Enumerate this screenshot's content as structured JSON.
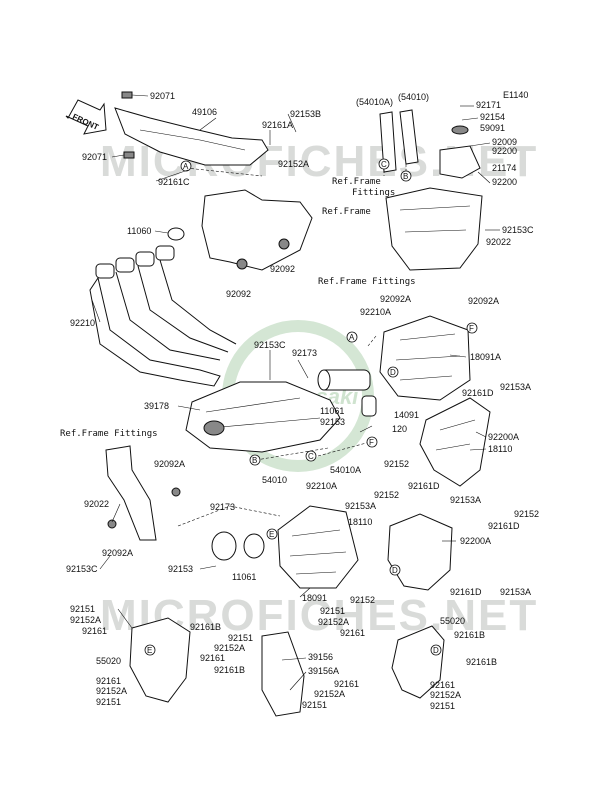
{
  "diagram_code": "E1140",
  "front_label": "FRONT",
  "watermarks": {
    "top": "MICROFICHES.NET",
    "bottom": "MICROFICHES.NET",
    "center": "Kawasaki"
  },
  "refs": {
    "frame_fittings_1": "Ref.Frame",
    "frame_fittings_1b": "Fittings",
    "frame_1": "Ref.Frame",
    "frame_fittings_2": "Ref.Frame Fittings",
    "frame_fittings_3": "Ref.Frame Fittings"
  },
  "parts": [
    {
      "id": "92071",
      "text": "92071"
    },
    {
      "id": "49106",
      "text": "49106"
    },
    {
      "id": "92153B",
      "text": "92153B"
    },
    {
      "id": "92161A",
      "text": "92161A"
    },
    {
      "id": "92071b",
      "text": "92071"
    },
    {
      "id": "92152A",
      "text": "92152A"
    },
    {
      "id": "92161C",
      "text": "92161C"
    },
    {
      "id": "54010A",
      "text": "(54010A)"
    },
    {
      "id": "54010p",
      "text": "(54010)"
    },
    {
      "id": "92171",
      "text": "92171"
    },
    {
      "id": "92154",
      "text": "92154"
    },
    {
      "id": "59091",
      "text": "59091"
    },
    {
      "id": "92009",
      "text": "92009"
    },
    {
      "id": "92200a",
      "text": "92200"
    },
    {
      "id": "21174",
      "text": "21174"
    },
    {
      "id": "92200b",
      "text": "92200"
    },
    {
      "id": "11060",
      "text": "11060"
    },
    {
      "id": "92092a",
      "text": "92092"
    },
    {
      "id": "92092b",
      "text": "92092"
    },
    {
      "id": "92153C",
      "text": "92153C"
    },
    {
      "id": "92022",
      "text": "92022"
    },
    {
      "id": "92092A",
      "text": "92092A"
    },
    {
      "id": "92092A2",
      "text": "92092A"
    },
    {
      "id": "92210",
      "text": "92210"
    },
    {
      "id": "92210A",
      "text": "92210A"
    },
    {
      "id": "92153C2",
      "text": "92153C"
    },
    {
      "id": "92173",
      "text": "92173"
    },
    {
      "id": "18091A",
      "text": "18091A"
    },
    {
      "id": "39178",
      "text": "39178"
    },
    {
      "id": "11061",
      "text": "11061"
    },
    {
      "id": "14091",
      "text": "14091"
    },
    {
      "id": "92153",
      "text": "92153"
    },
    {
      "id": "120",
      "text": "120"
    },
    {
      "id": "92161D",
      "text": "92161D"
    },
    {
      "id": "92153A",
      "text": "92153A"
    },
    {
      "id": "92200A",
      "text": "92200A"
    },
    {
      "id": "92152",
      "text": "92152"
    },
    {
      "id": "18110",
      "text": "18110"
    },
    {
      "id": "54010A2",
      "text": "54010A"
    },
    {
      "id": "54010",
      "text": "54010"
    },
    {
      "id": "92092A3",
      "text": "92092A"
    },
    {
      "id": "92210A2",
      "text": "92210A"
    },
    {
      "id": "92161D2",
      "text": "92161D"
    },
    {
      "id": "92152b",
      "text": "92152"
    },
    {
      "id": "92153Ab",
      "text": "92153A"
    },
    {
      "id": "92022b",
      "text": "92022"
    },
    {
      "id": "92173b",
      "text": "92173"
    },
    {
      "id": "92153Ac",
      "text": "92153A"
    },
    {
      "id": "92152c",
      "text": "92152"
    },
    {
      "id": "18110b",
      "text": "18110"
    },
    {
      "id": "92161Db",
      "text": "92161D"
    },
    {
      "id": "92092A4",
      "text": "92092A"
    },
    {
      "id": "92200Ab",
      "text": "92200A"
    },
    {
      "id": "92153C3",
      "text": "92153C"
    },
    {
      "id": "92153b",
      "text": "92153"
    },
    {
      "id": "11061b",
      "text": "11061"
    },
    {
      "id": "18091",
      "text": "18091"
    },
    {
      "id": "92161Dc",
      "text": "92161D"
    },
    {
      "id": "92153Ad",
      "text": "92153A"
    },
    {
      "id": "92152d",
      "text": "92152"
    },
    {
      "id": "92151",
      "text": "92151"
    },
    {
      "id": "92152A2",
      "text": "92152A"
    },
    {
      "id": "92161",
      "text": "92161"
    },
    {
      "id": "92161B",
      "text": "92161B"
    },
    {
      "id": "92151b",
      "text": "92151"
    },
    {
      "id": "92152A3",
      "text": "92152A"
    },
    {
      "id": "92161b",
      "text": "92161"
    },
    {
      "id": "55020",
      "text": "55020"
    },
    {
      "id": "92161Bb",
      "text": "92161B"
    },
    {
      "id": "92161c",
      "text": "92161"
    },
    {
      "id": "92152A4",
      "text": "92152A"
    },
    {
      "id": "92151c",
      "text": "92151"
    },
    {
      "id": "92151d",
      "text": "92151"
    },
    {
      "id": "92152A5",
      "text": "92152A"
    },
    {
      "id": "92161d",
      "text": "92161"
    },
    {
      "id": "55020b",
      "text": "55020"
    },
    {
      "id": "92161Bc",
      "text": "92161B"
    },
    {
      "id": "39156",
      "text": "39156"
    },
    {
      "id": "39156A",
      "text": "39156A"
    },
    {
      "id": "92161e",
      "text": "92161"
    },
    {
      "id": "92152A6",
      "text": "92152A"
    },
    {
      "id": "92151e",
      "text": "92151"
    },
    {
      "id": "92161Bd",
      "text": "92161B"
    },
    {
      "id": "92161f",
      "text": "92161"
    },
    {
      "id": "92152A7",
      "text": "92152A"
    },
    {
      "id": "92151f",
      "text": "92151"
    }
  ],
  "letters": [
    "A",
    "B",
    "C",
    "D",
    "E",
    "F"
  ]
}
